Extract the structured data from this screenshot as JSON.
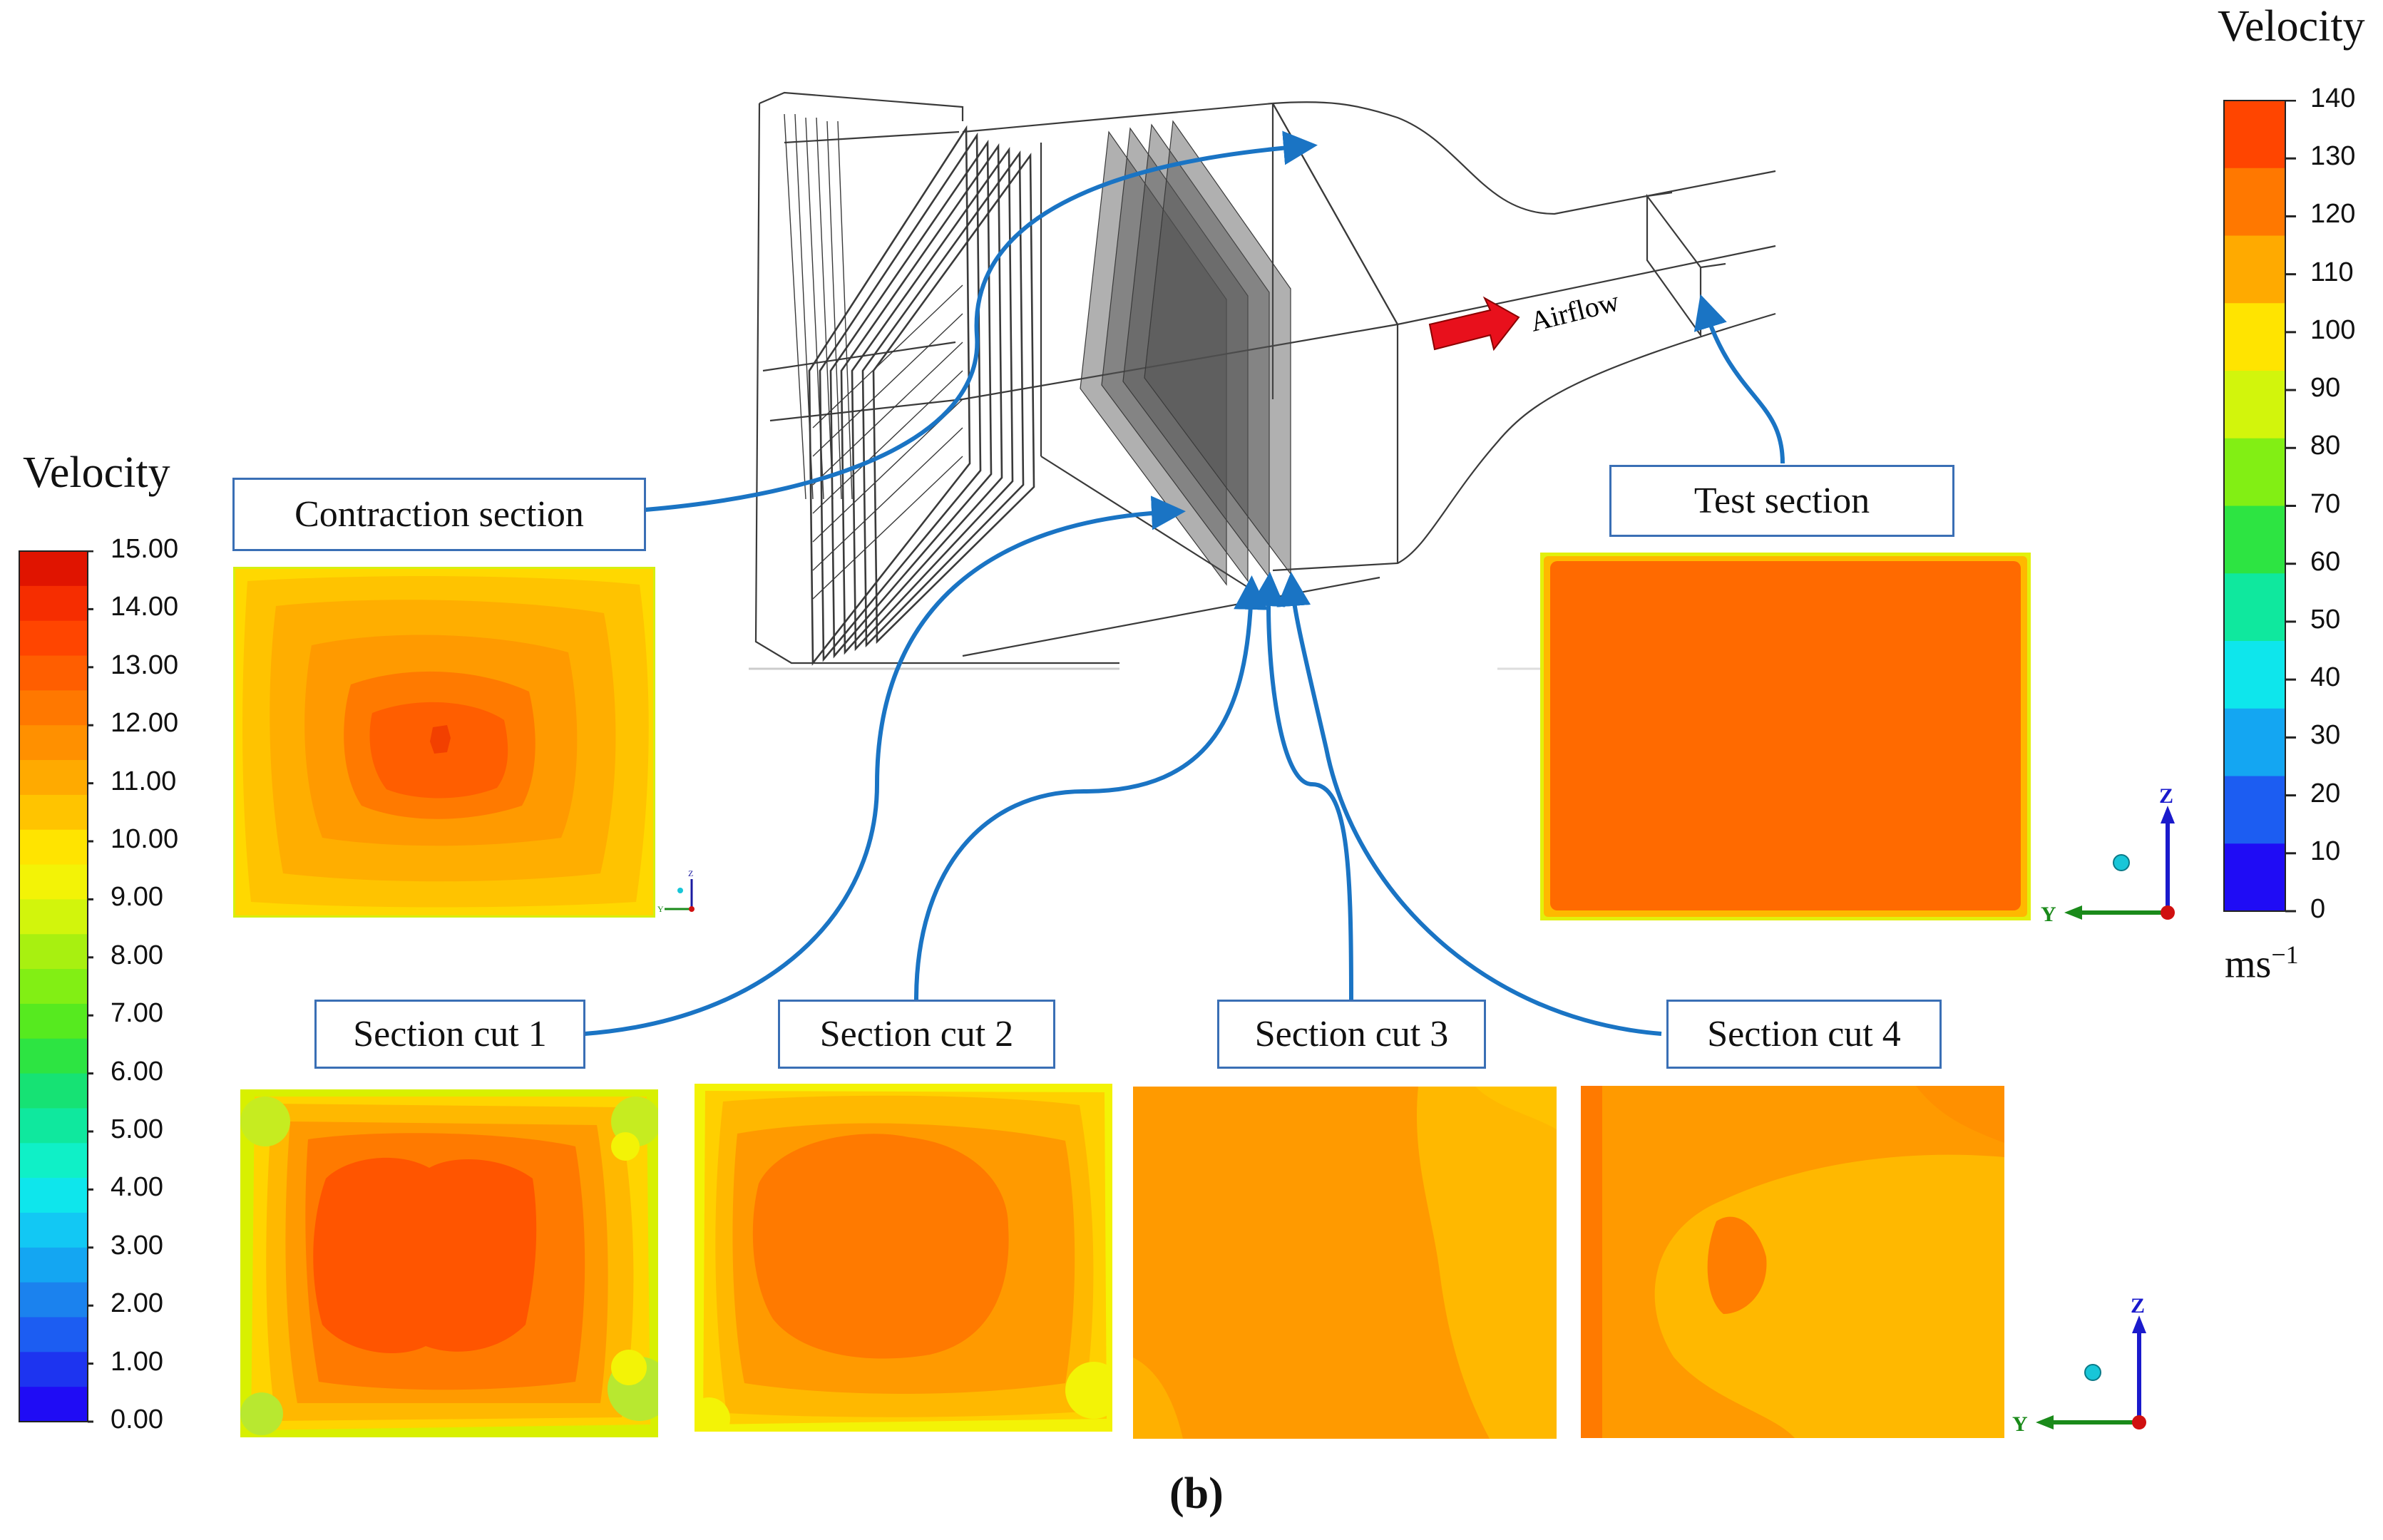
{
  "figure_label": "(b)",
  "wind_tunnel": {
    "airflow_label": "Airflow"
  },
  "labels": {
    "contraction": "Contraction section",
    "test": "Test section",
    "cut1": "Section cut 1",
    "cut2": "Section cut 2",
    "cut3": "Section cut 3",
    "cut4": "Section cut 4"
  },
  "left_colorbar": {
    "title": "Velocity",
    "ticks": [
      "15.00",
      "14.00",
      "13.00",
      "12.00",
      "11.00",
      "10.00",
      "9.00",
      "8.00",
      "7.00",
      "6.00",
      "5.00",
      "4.00",
      "3.00",
      "2.00",
      "1.00",
      "0.00"
    ]
  },
  "right_colorbar": {
    "title": "Velocity",
    "unit": "ms",
    "unit_exp": "−1",
    "ticks": [
      "140",
      "130",
      "120",
      "110",
      "100",
      "90",
      "80",
      "70",
      "60",
      "50",
      "40",
      "30",
      "20",
      "10",
      "0"
    ]
  },
  "axes": {
    "z": "Z",
    "y": "Y"
  },
  "colors": {
    "arrow_blue": "#1a74c4",
    "label_border": "#3a6fb5",
    "airflow_arrow": "#e8101c",
    "colormap_left": [
      "#1f0cf5",
      "#1d34f0",
      "#1c5df2",
      "#1b82ee",
      "#14a6f2",
      "#12c8f4",
      "#0ee6ec",
      "#0ff0c7",
      "#0fe89e",
      "#16e274",
      "#2de442",
      "#56ea1f",
      "#82ef14",
      "#a8f010",
      "#d2f50c",
      "#f3f306",
      "#ffe400",
      "#ffc400",
      "#ffaa00",
      "#ff9000",
      "#ff7800",
      "#ff5e00",
      "#ff4500",
      "#f62d00",
      "#e01400"
    ],
    "colormap_right": [
      "#1f0cf5",
      "#1c5df2",
      "#14a6f2",
      "#0ee6ec",
      "#0fe89e",
      "#2de442",
      "#82ef14",
      "#d2f50c",
      "#ffe400",
      "#ffaa00",
      "#ff7800",
      "#ff4500"
    ]
  }
}
